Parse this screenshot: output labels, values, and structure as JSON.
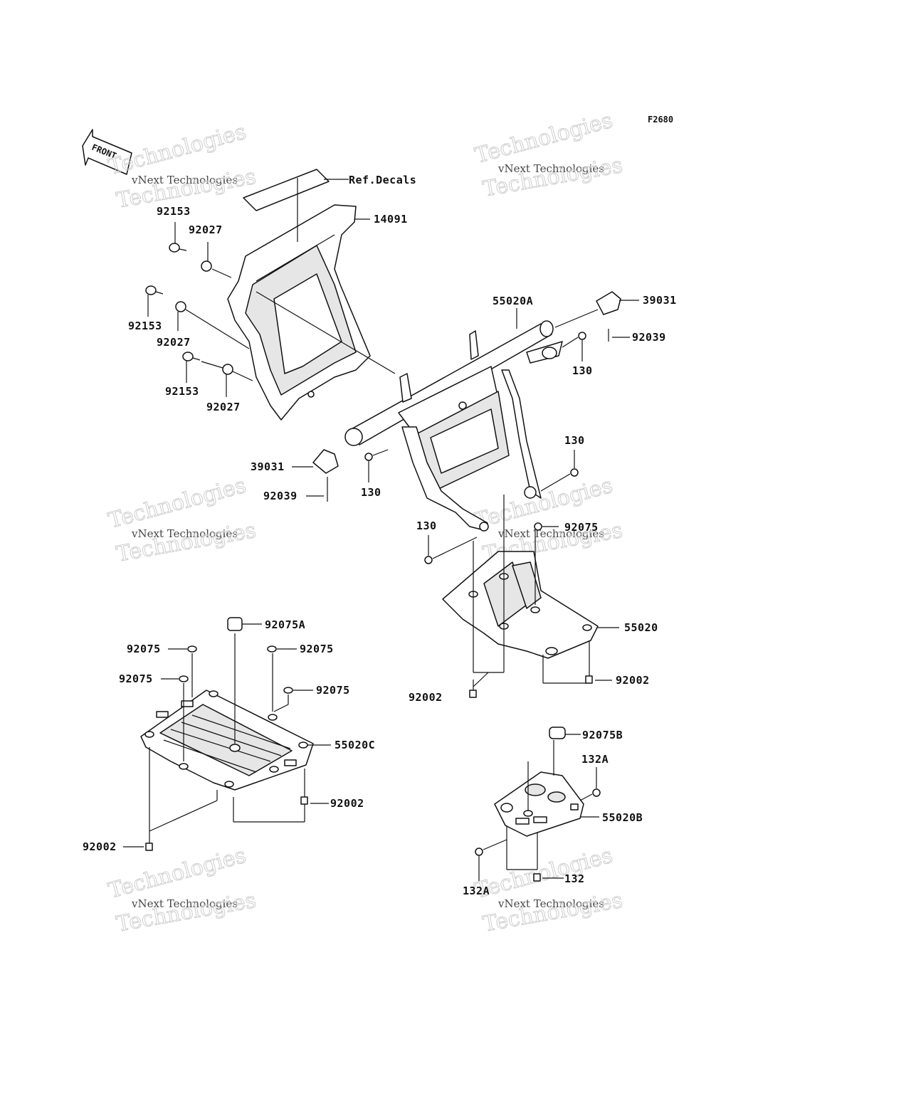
{
  "figure_code": "F2680",
  "front_label": "FRONT",
  "watermark": {
    "line1": "vNext Technologies",
    "line2": "Technologies"
  },
  "labels": {
    "ref_decals": "Ref.Decals",
    "p14091": "14091",
    "p92153_a": "92153",
    "p92027_a": "92027",
    "p92153_b": "92153",
    "p92027_b": "92027",
    "p92153_c": "92153",
    "p92027_c": "92027",
    "p55020A": "55020A",
    "p39031_r": "39031",
    "p92039_r": "92039",
    "p130_a": "130",
    "p39031_l": "39031",
    "p92039_l": "92039",
    "p130_b": "130",
    "p130_c": "130",
    "p130_d": "130",
    "p92075_a": "92075",
    "p55020": "55020",
    "p92002_a": "92002",
    "p92002_b": "92002",
    "p92075A": "92075A",
    "p92075_b": "92075",
    "p92075_c": "92075",
    "p92075_d": "92075",
    "p92075_e": "92075",
    "p55020C": "55020C",
    "p92002_c": "92002",
    "p92002_d": "92002",
    "p92075B": "92075B",
    "p132A_a": "132A",
    "p55020B": "55020B",
    "p132A_b": "132A",
    "p132": "132"
  }
}
